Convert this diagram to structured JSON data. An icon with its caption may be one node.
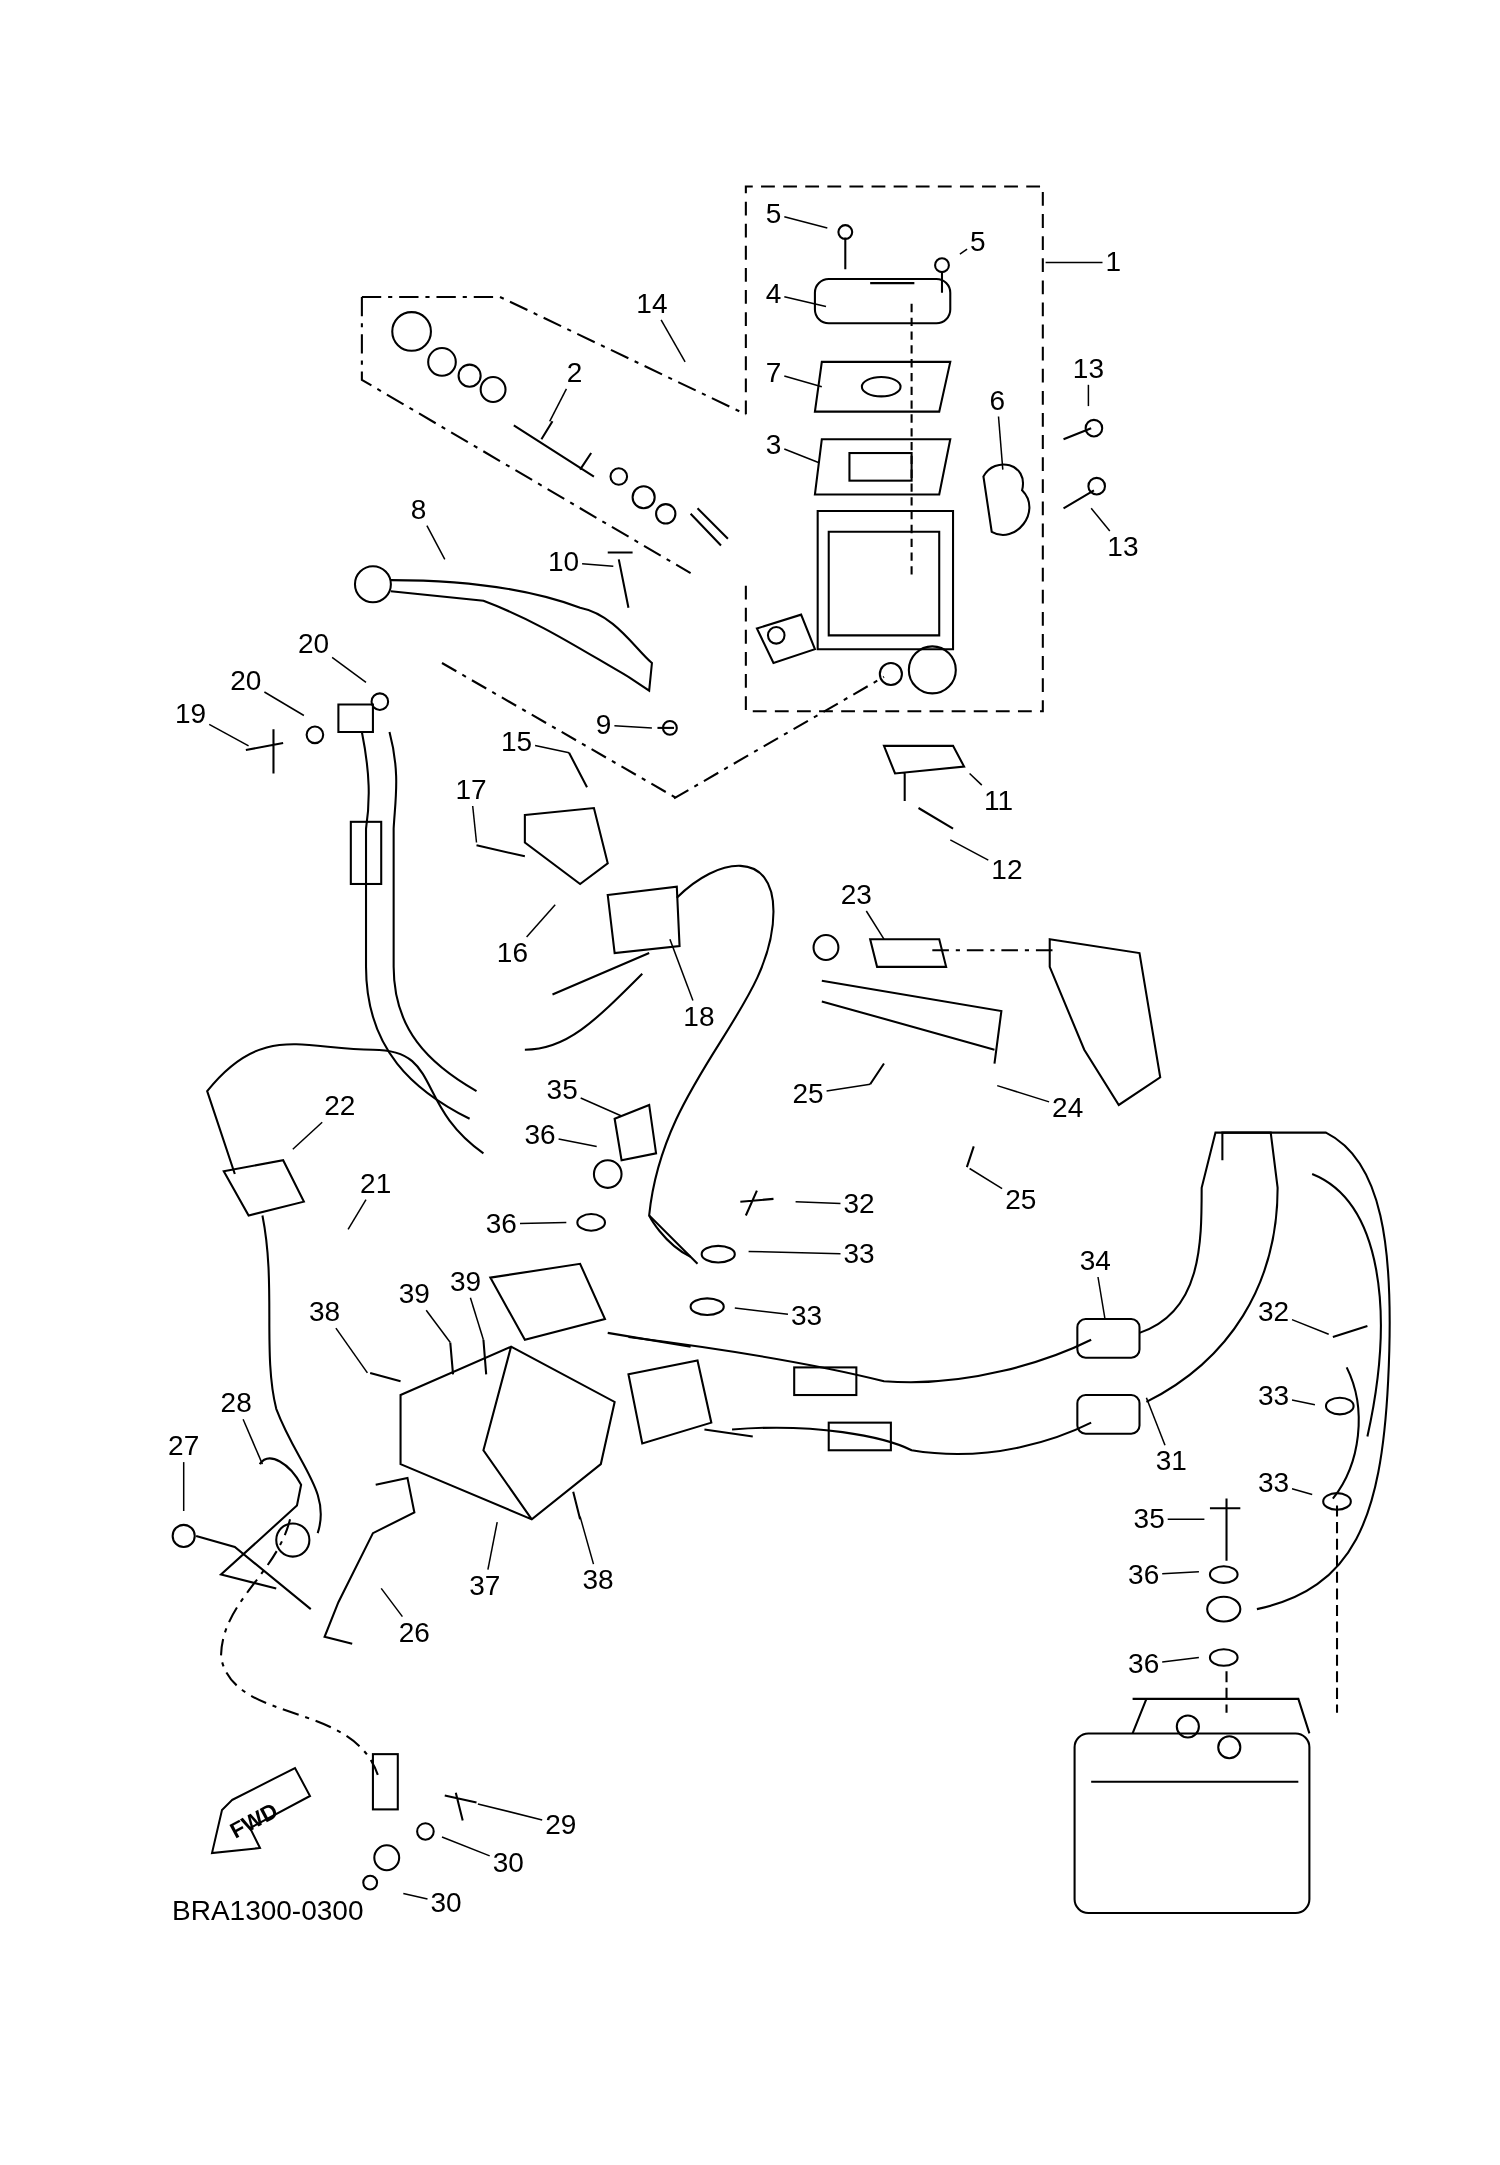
{
  "diagram": {
    "nodes": [
      {
        "text": [
          "5"
        ]
      },
      {
        "text": [
          "5"
        ]
      },
      {
        "text": [
          "1"
        ]
      },
      {
        "text": [
          "4"
        ]
      },
      {
        "text": [
          "14"
        ]
      },
      {
        "text": [
          "7"
        ]
      },
      {
        "text": [
          "2"
        ]
      },
      {
        "text": [
          "13"
        ]
      },
      {
        "text": [
          "6"
        ]
      },
      {
        "text": [
          "3"
        ]
      },
      {
        "text": [
          "13"
        ]
      },
      {
        "text": [
          "8"
        ]
      },
      {
        "text": [
          "10"
        ]
      },
      {
        "text": [
          "20"
        ]
      },
      {
        "text": [
          "20"
        ]
      },
      {
        "text": [
          "9"
        ]
      },
      {
        "text": [
          "19"
        ]
      },
      {
        "text": [
          "15"
        ]
      },
      {
        "text": [
          "11"
        ]
      },
      {
        "text": [
          "17"
        ]
      },
      {
        "text": [
          "12"
        ]
      },
      {
        "text": [
          "23"
        ]
      },
      {
        "text": [
          "16"
        ]
      },
      {
        "text": [
          "18"
        ]
      },
      {
        "text": [
          "35"
        ]
      },
      {
        "text": [
          "25"
        ]
      },
      {
        "text": [
          "22"
        ]
      },
      {
        "text": [
          "24"
        ]
      },
      {
        "text": [
          "36"
        ]
      },
      {
        "text": [
          "21"
        ]
      },
      {
        "text": [
          "36"
        ]
      },
      {
        "text": [
          "32"
        ]
      },
      {
        "text": [
          "25"
        ]
      },
      {
        "text": [
          "33"
        ]
      },
      {
        "text": [
          "34"
        ]
      },
      {
        "text": [
          "39"
        ]
      },
      {
        "text": [
          "39"
        ]
      },
      {
        "text": [
          "38"
        ]
      },
      {
        "text": [
          "32"
        ]
      },
      {
        "text": [
          "33"
        ]
      },
      {
        "text": [
          "28"
        ]
      },
      {
        "text": [
          "33"
        ]
      },
      {
        "text": [
          "27"
        ]
      },
      {
        "text": [
          "31"
        ]
      },
      {
        "text": [
          "33"
        ]
      },
      {
        "text": [
          "35"
        ]
      },
      {
        "text": [
          "38"
        ]
      },
      {
        "text": [
          "37"
        ]
      },
      {
        "text": [
          "36"
        ]
      },
      {
        "text": [
          "26"
        ]
      },
      {
        "text": [
          "36"
        ]
      },
      {
        "text": [
          "29"
        ]
      },
      {
        "text": [
          "30"
        ]
      },
      {
        "text": [
          "30"
        ]
      }
    ],
    "edges": [
      {
        "from": 0,
        "to": null,
        "arrow": "none"
      },
      {
        "from": 1,
        "to": null,
        "arrow": "none"
      },
      {
        "from": 2,
        "to": null,
        "arrow": "none"
      },
      {
        "from": 3,
        "to": null,
        "arrow": "none"
      },
      {
        "from": 4,
        "to": null,
        "arrow": "none"
      },
      {
        "from": 5,
        "to": null,
        "arrow": "none"
      },
      {
        "from": 6,
        "to": null,
        "arrow": "none"
      },
      {
        "from": 7,
        "to": null,
        "arrow": "none"
      },
      {
        "from": 8,
        "to": null,
        "arrow": "none"
      },
      {
        "from": 9,
        "to": null,
        "arrow": "none"
      },
      {
        "from": 10,
        "to": null,
        "arrow": "none"
      },
      {
        "from": 11,
        "to": null,
        "arrow": "none"
      },
      {
        "from": 12,
        "to": null,
        "arrow": "none"
      },
      {
        "from": 13,
        "to": null,
        "arrow": "none"
      },
      {
        "from": 14,
        "to": null,
        "arrow": "none"
      },
      {
        "from": 15,
        "to": null,
        "arrow": "none"
      },
      {
        "from": 16,
        "to": null,
        "arrow": "none"
      },
      {
        "from": 17,
        "to": null,
        "arrow": "none"
      },
      {
        "from": 18,
        "to": null,
        "arrow": "none"
      },
      {
        "from": 19,
        "to": null,
        "arrow": "none"
      },
      {
        "from": 20,
        "to": null,
        "arrow": "none"
      },
      {
        "from": 21,
        "to": null,
        "arrow": "none"
      },
      {
        "from": 22,
        "to": null,
        "arrow": "none"
      },
      {
        "from": 23,
        "to": null,
        "arrow": "none"
      },
      {
        "from": 24,
        "to": null,
        "arrow": "none"
      },
      {
        "from": 25,
        "to": null,
        "arrow": "none"
      },
      {
        "from": 26,
        "to": null,
        "arrow": "none"
      },
      {
        "from": 27,
        "to": null,
        "arrow": "none"
      },
      {
        "from": 28,
        "to": null,
        "arrow": "none"
      },
      {
        "from": 29,
        "to": null,
        "arrow": "none"
      },
      {
        "from": 30,
        "to": null,
        "arrow": "none"
      },
      {
        "from": 31,
        "to": null,
        "arrow": "none"
      },
      {
        "from": 32,
        "to": null,
        "arrow": "none"
      },
      {
        "from": 33,
        "to": null,
        "arrow": "none"
      },
      {
        "from": 34,
        "to": null,
        "arrow": "none"
      },
      {
        "from": 35,
        "to": null,
        "arrow": "none"
      },
      {
        "from": 36,
        "to": null,
        "arrow": "none"
      },
      {
        "from": 37,
        "to": null,
        "arrow": "none"
      },
      {
        "from": 38,
        "to": null,
        "arrow": "none"
      },
      {
        "from": 39,
        "to": null,
        "arrow": "none"
      },
      {
        "from": 40,
        "to": null,
        "arrow": "none"
      },
      {
        "from": 41,
        "to": null,
        "arrow": "none"
      },
      {
        "from": 42,
        "to": null,
        "arrow": "none"
      },
      {
        "from": 43,
        "to": null,
        "arrow": "none"
      },
      {
        "from": 44,
        "to": null,
        "arrow": "none"
      },
      {
        "from": 45,
        "to": null,
        "arrow": "none"
      },
      {
        "from": 46,
        "to": null,
        "arrow": "none"
      },
      {
        "from": 47,
        "to": null,
        "arrow": "none"
      },
      {
        "from": 48,
        "to": null,
        "arrow": "none"
      },
      {
        "from": 49,
        "to": null,
        "arrow": "none"
      },
      {
        "from": 50,
        "to": null,
        "arrow": "none"
      },
      {
        "from": 51,
        "to": null,
        "arrow": "none"
      },
      {
        "from": 52,
        "to": null,
        "arrow": "none"
      },
      {
        "from": 53,
        "to": null,
        "arrow": "none"
      }
    ],
    "labels": [
      "FWD",
      "BRA1300-0300"
    ]
  }
}
